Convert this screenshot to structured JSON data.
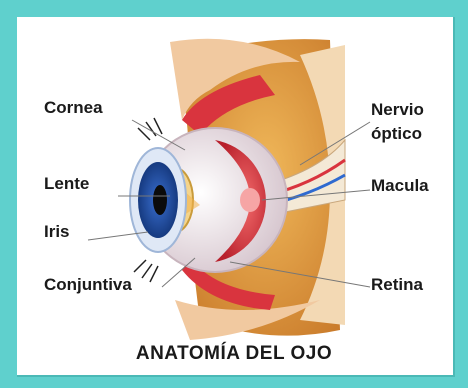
{
  "title": "ANATOMÍA DEL OJO",
  "labels": {
    "cornea": "Cornea",
    "lente": "Lente",
    "iris": "Iris",
    "conjuntiva": "Conjuntiva",
    "nervio_optico_line1": "Nervio",
    "nervio_optico_line2": "óptico",
    "macula": "Macula",
    "retina": "Retina"
  },
  "colors": {
    "frame": "#5fd0cd",
    "iris": "#1f4fa8",
    "muscle": "#d9343e",
    "fat": "#e9a545",
    "sclera": "#f1e6ea"
  }
}
